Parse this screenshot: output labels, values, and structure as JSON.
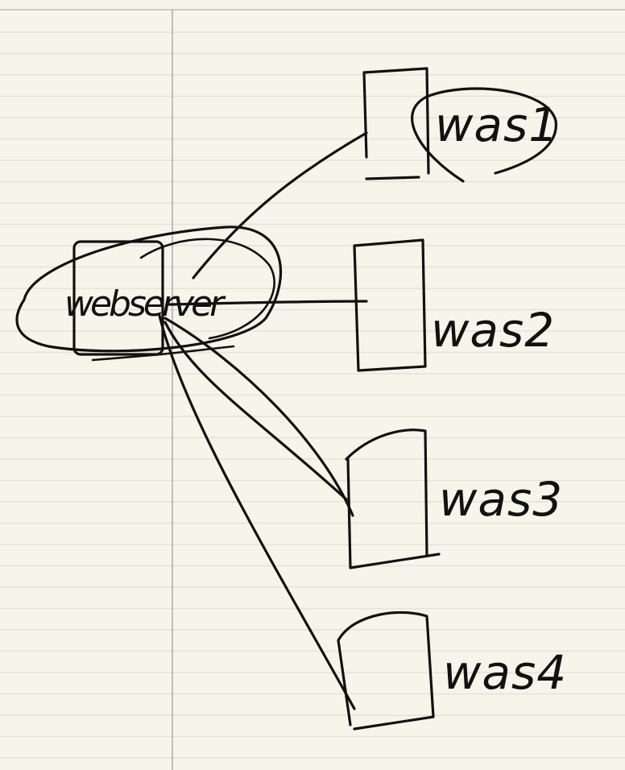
{
  "paper": {
    "background": "#f7f4ea",
    "rule_color": "#e6e2d6",
    "margin_color": "#9a9a9a",
    "ink_color": "#111111"
  },
  "nodes": {
    "center": {
      "label": "webserver"
    },
    "was1": {
      "label": "was1"
    },
    "was2": {
      "label": "was2"
    },
    "was3": {
      "label": "was3"
    },
    "was4": {
      "label": "was4"
    }
  }
}
